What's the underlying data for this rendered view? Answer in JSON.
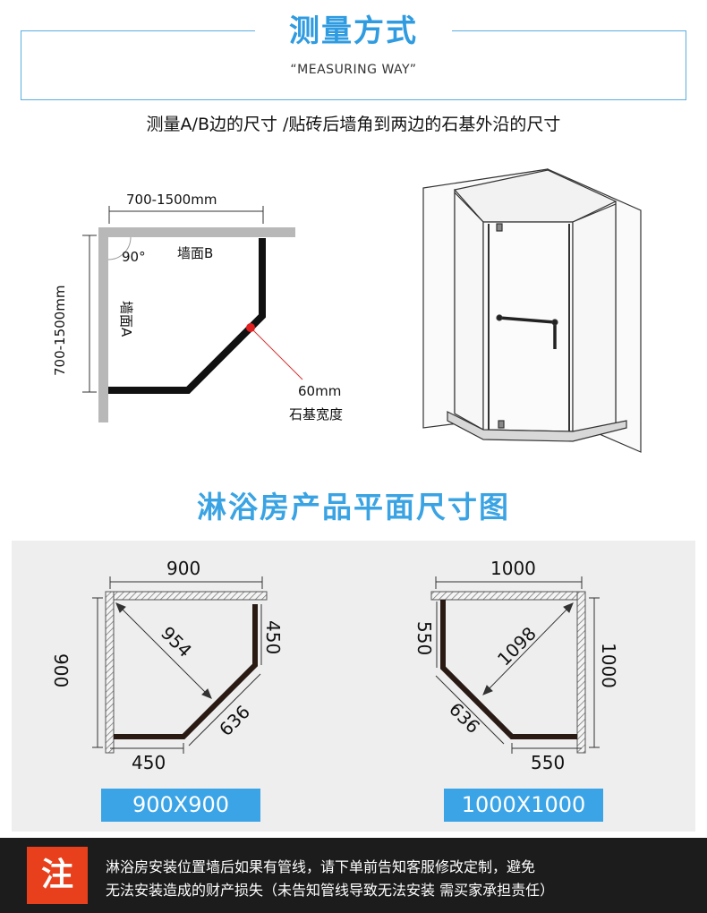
{
  "header": {
    "title": "测量方式",
    "subtitle": "“MEASURING WAY”",
    "instruction": "测量A/B边的尺寸 /贴砖后墙角到两边的石基外沿的尺寸"
  },
  "measure_diagram": {
    "top_dim": "700-1500mm",
    "side_dim": "700-1500mm",
    "angle": "90°",
    "wall_b": "墙面B",
    "wall_a": "墙面A",
    "base_width": "60mm",
    "base_label": "石基宽度"
  },
  "section2": {
    "title": "淋浴房产品平面尺寸图"
  },
  "plan_900": {
    "top": "900",
    "left": "900",
    "diagonal": "954",
    "right": "450",
    "bottom": "450",
    "angled": "636",
    "tag": "900X900"
  },
  "plan_1000": {
    "top": "1000",
    "right": "1000",
    "diagonal": "1098",
    "left": "550",
    "bottom": "550",
    "angled": "636",
    "tag": "1000X1000"
  },
  "footer": {
    "note_mark": "注",
    "line1": "淋浴房安装位置墙后如果有管线，请下单前告知客服修改定制，避免",
    "line2": "无法安装造成的财产损失（未告知管线导致无法安装 需买家承担责任）"
  },
  "colors": {
    "accent_blue": "#3ba4e6",
    "note_red": "#e8401c",
    "footer_bg": "#1c1c1c"
  }
}
